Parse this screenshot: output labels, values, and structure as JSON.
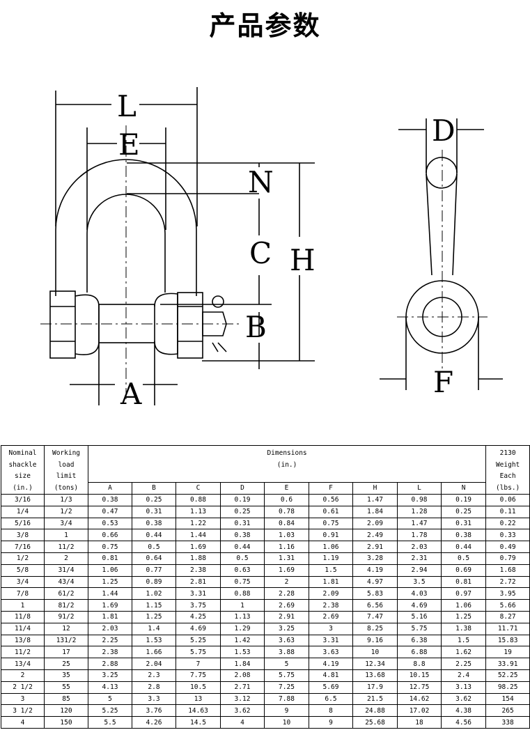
{
  "page": {
    "title": "产品参数"
  },
  "diagram": {
    "labels": {
      "L": "L",
      "E": "E",
      "N": "N",
      "C": "C",
      "H": "H",
      "B": "B",
      "A": "A",
      "D": "D",
      "F": "F"
    }
  },
  "table": {
    "header": {
      "col1": [
        "Nominal",
        "shackle",
        "size",
        "(in.)"
      ],
      "col2": [
        "Working",
        "load",
        "limit",
        "(tons)"
      ],
      "dimensions": [
        "Dimensions",
        "(in.)"
      ],
      "weight": [
        "2130",
        "Weight",
        "Each",
        "(lbs.)"
      ],
      "dim_cols": [
        "A",
        "B",
        "C",
        "D",
        "E",
        "F",
        "H",
        "L",
        "N"
      ]
    },
    "rows": [
      [
        "3/16",
        "1/3",
        "0.38",
        "0.25",
        "0.88",
        "0.19",
        "0.6",
        "0.56",
        "1.47",
        "0.98",
        "0.19",
        "0.06"
      ],
      [
        "1/4",
        "1/2",
        "0.47",
        "0.31",
        "1.13",
        "0.25",
        "0.78",
        "0.61",
        "1.84",
        "1.28",
        "0.25",
        "0.11"
      ],
      [
        "5/16",
        "3/4",
        "0.53",
        "0.38",
        "1.22",
        "0.31",
        "0.84",
        "0.75",
        "2.09",
        "1.47",
        "0.31",
        "0.22"
      ],
      [
        "3/8",
        "1",
        "0.66",
        "0.44",
        "1.44",
        "0.38",
        "1.03",
        "0.91",
        "2.49",
        "1.78",
        "0.38",
        "0.33"
      ],
      [
        "7/16",
        "11/2",
        "0.75",
        "0.5",
        "1.69",
        "0.44",
        "1.16",
        "1.06",
        "2.91",
        "2.03",
        "0.44",
        "0.49"
      ],
      [
        "1/2",
        "2",
        "0.81",
        "0.64",
        "1.88",
        "0.5",
        "1.31",
        "1.19",
        "3.28",
        "2.31",
        "0.5",
        "0.79"
      ],
      [
        "5/8",
        "31/4",
        "1.06",
        "0.77",
        "2.38",
        "0.63",
        "1.69",
        "1.5",
        "4.19",
        "2.94",
        "0.69",
        "1.68"
      ],
      [
        "3/4",
        "43/4",
        "1.25",
        "0.89",
        "2.81",
        "0.75",
        "2",
        "1.81",
        "4.97",
        "3.5",
        "0.81",
        "2.72"
      ],
      [
        "7/8",
        "61/2",
        "1.44",
        "1.02",
        "3.31",
        "0.88",
        "2.28",
        "2.09",
        "5.83",
        "4.03",
        "0.97",
        "3.95"
      ],
      [
        "1",
        "81/2",
        "1.69",
        "1.15",
        "3.75",
        "1",
        "2.69",
        "2.38",
        "6.56",
        "4.69",
        "1.06",
        "5.66"
      ],
      [
        "11/8",
        "91/2",
        "1.81",
        "1.25",
        "4.25",
        "1.13",
        "2.91",
        "2.69",
        "7.47",
        "5.16",
        "1.25",
        "8.27"
      ],
      [
        "11/4",
        "12",
        "2.03",
        "1.4",
        "4.69",
        "1.29",
        "3.25",
        "3",
        "8.25",
        "5.75",
        "1.38",
        "11.71"
      ],
      [
        "13/8",
        "131/2",
        "2.25",
        "1.53",
        "5.25",
        "1.42",
        "3.63",
        "3.31",
        "9.16",
        "6.38",
        "1.5",
        "15.83"
      ],
      [
        "11/2",
        "17",
        "2.38",
        "1.66",
        "5.75",
        "1.53",
        "3.88",
        "3.63",
        "10",
        "6.88",
        "1.62",
        "19"
      ],
      [
        "13/4",
        "25",
        "2.88",
        "2.04",
        "7",
        "1.84",
        "5",
        "4.19",
        "12.34",
        "8.8",
        "2.25",
        "33.91"
      ],
      [
        "2",
        "35",
        "3.25",
        "2.3",
        "7.75",
        "2.08",
        "5.75",
        "4.81",
        "13.68",
        "10.15",
        "2.4",
        "52.25"
      ],
      [
        "2 1/2",
        "55",
        "4.13",
        "2.8",
        "10.5",
        "2.71",
        "7.25",
        "5.69",
        "17.9",
        "12.75",
        "3.13",
        "98.25"
      ],
      [
        "3",
        "85",
        "5",
        "3.3",
        "13",
        "3.12",
        "7.88",
        "6.5",
        "21.5",
        "14.62",
        "3.62",
        "154"
      ],
      [
        "3 1/2",
        "120",
        "5.25",
        "3.76",
        "14.63",
        "3.62",
        "9",
        "8",
        "24.88",
        "17.02",
        "4.38",
        "265"
      ],
      [
        "4",
        "150",
        "5.5",
        "4.26",
        "14.5",
        "4",
        "10",
        "9",
        "25.68",
        "18",
        "4.56",
        "338"
      ]
    ]
  }
}
